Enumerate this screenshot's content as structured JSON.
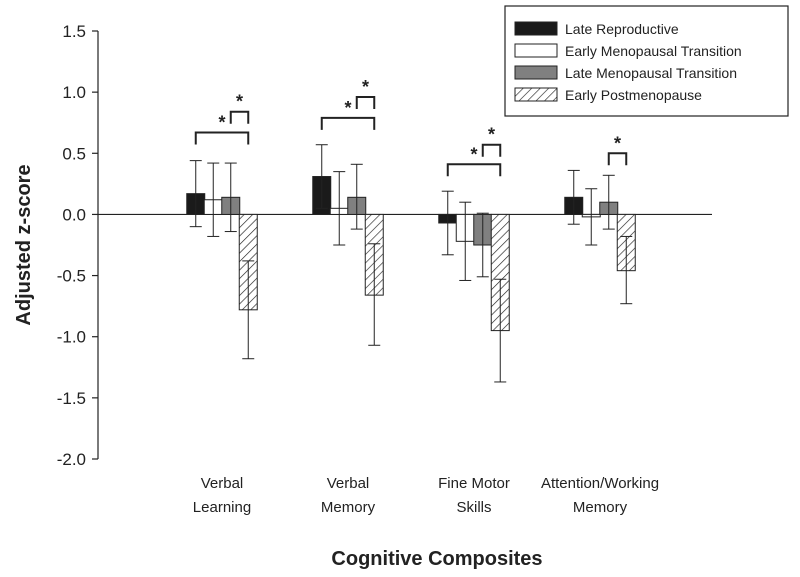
{
  "chart_data": {
    "type": "bar",
    "xlabel": "Cognitive Composites",
    "ylabel": "Adjusted z-score",
    "ylim": [
      -2.0,
      1.5
    ],
    "yticks": [
      "1.5",
      "1.0",
      "0.5",
      "0.0",
      "-0.5",
      "-1.0",
      "-1.5",
      "-2.0"
    ],
    "grid": false,
    "legend_position": "top-right",
    "categories": [
      [
        "Verbal",
        "Learning"
      ],
      [
        "Verbal",
        "Memory"
      ],
      [
        "Fine Motor",
        "Skills"
      ],
      [
        "Attention/Working",
        "Memory"
      ]
    ],
    "series": [
      {
        "name": "Late Reproductive",
        "fill": "solid-black",
        "values": [
          0.17,
          0.31,
          -0.07,
          0.14
        ],
        "err_low": [
          -0.1,
          0.05,
          -0.33,
          -0.08
        ],
        "err_high": [
          0.44,
          0.57,
          0.19,
          0.36
        ]
      },
      {
        "name": "Early Menopausal Transition",
        "fill": "white",
        "values": [
          0.12,
          0.05,
          -0.22,
          -0.02
        ],
        "err_low": [
          -0.18,
          -0.25,
          -0.54,
          -0.25
        ],
        "err_high": [
          0.42,
          0.35,
          0.1,
          0.21
        ]
      },
      {
        "name": "Late Menopausal Transition",
        "fill": "gray",
        "values": [
          0.14,
          0.14,
          -0.25,
          0.1
        ],
        "err_low": [
          -0.14,
          -0.12,
          -0.51,
          -0.12
        ],
        "err_high": [
          0.42,
          0.41,
          0.01,
          0.32
        ]
      },
      {
        "name": "Early Postmenopause",
        "fill": "hatched",
        "values": [
          -0.78,
          -0.66,
          -0.95,
          -0.46
        ],
        "err_low": [
          -1.18,
          -1.07,
          -1.37,
          -0.73
        ],
        "err_high": [
          -0.38,
          -0.24,
          -0.53,
          -0.18
        ]
      }
    ],
    "significance_brackets": [
      {
        "category": 0,
        "from_series": 2,
        "to_series": 3,
        "y": 0.84,
        "label": "*"
      },
      {
        "category": 0,
        "from_series": 0,
        "to_series": 3,
        "y": 0.67,
        "label": "*"
      },
      {
        "category": 1,
        "from_series": 2,
        "to_series": 3,
        "y": 0.96,
        "label": "*"
      },
      {
        "category": 1,
        "from_series": 0,
        "to_series": 3,
        "y": 0.79,
        "label": "*"
      },
      {
        "category": 2,
        "from_series": 2,
        "to_series": 3,
        "y": 0.57,
        "label": "*"
      },
      {
        "category": 2,
        "from_series": 0,
        "to_series": 3,
        "y": 0.41,
        "label": "*"
      },
      {
        "category": 3,
        "from_series": 2,
        "to_series": 3,
        "y": 0.5,
        "label": "*"
      }
    ],
    "colors": {
      "solid-black": "#1a1a1a",
      "white": "#ffffff",
      "gray": "#808080",
      "hatch": "#222222"
    }
  }
}
